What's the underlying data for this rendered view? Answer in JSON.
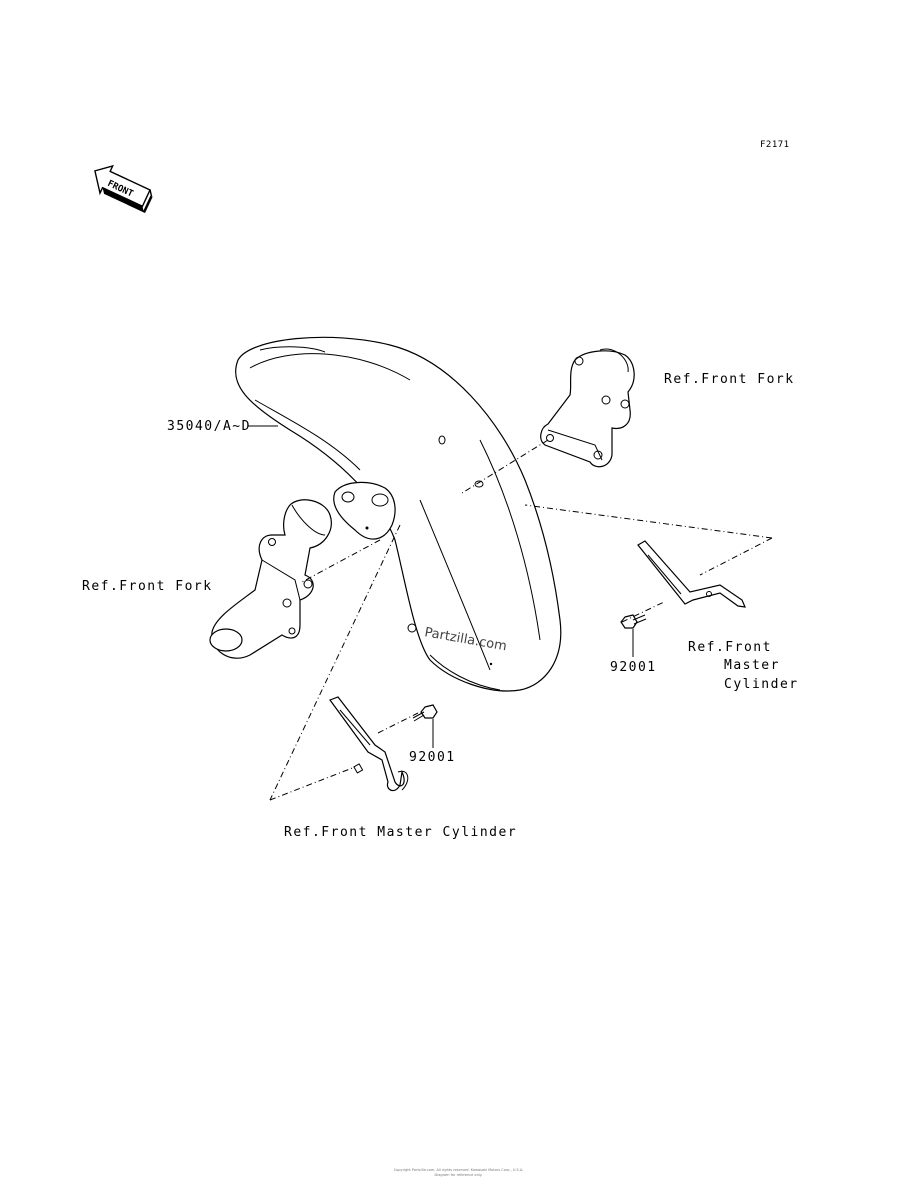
{
  "figure_code": "F2171",
  "front_badge": "FRONT",
  "labels": {
    "fender_part": "35040/A~D",
    "ref_front_fork_right": "Ref.Front Fork",
    "ref_front_fork_left": "Ref.Front Fork",
    "bolt_right": "92001",
    "bolt_left": "92001",
    "ref_master_cyl_right_1": "Ref.Front",
    "ref_master_cyl_right_2": "Master",
    "ref_master_cyl_right_3": "Cylinder",
    "ref_master_cyl_bottom": "Ref.Front Master Cylinder"
  },
  "watermark": "Partzilla.com",
  "footer": {
    "line1": "Copyright Partzilla.com. All rights reserved. Kawasaki Motors Corp., U.S.A.",
    "line2": "Diagram for reference only."
  }
}
